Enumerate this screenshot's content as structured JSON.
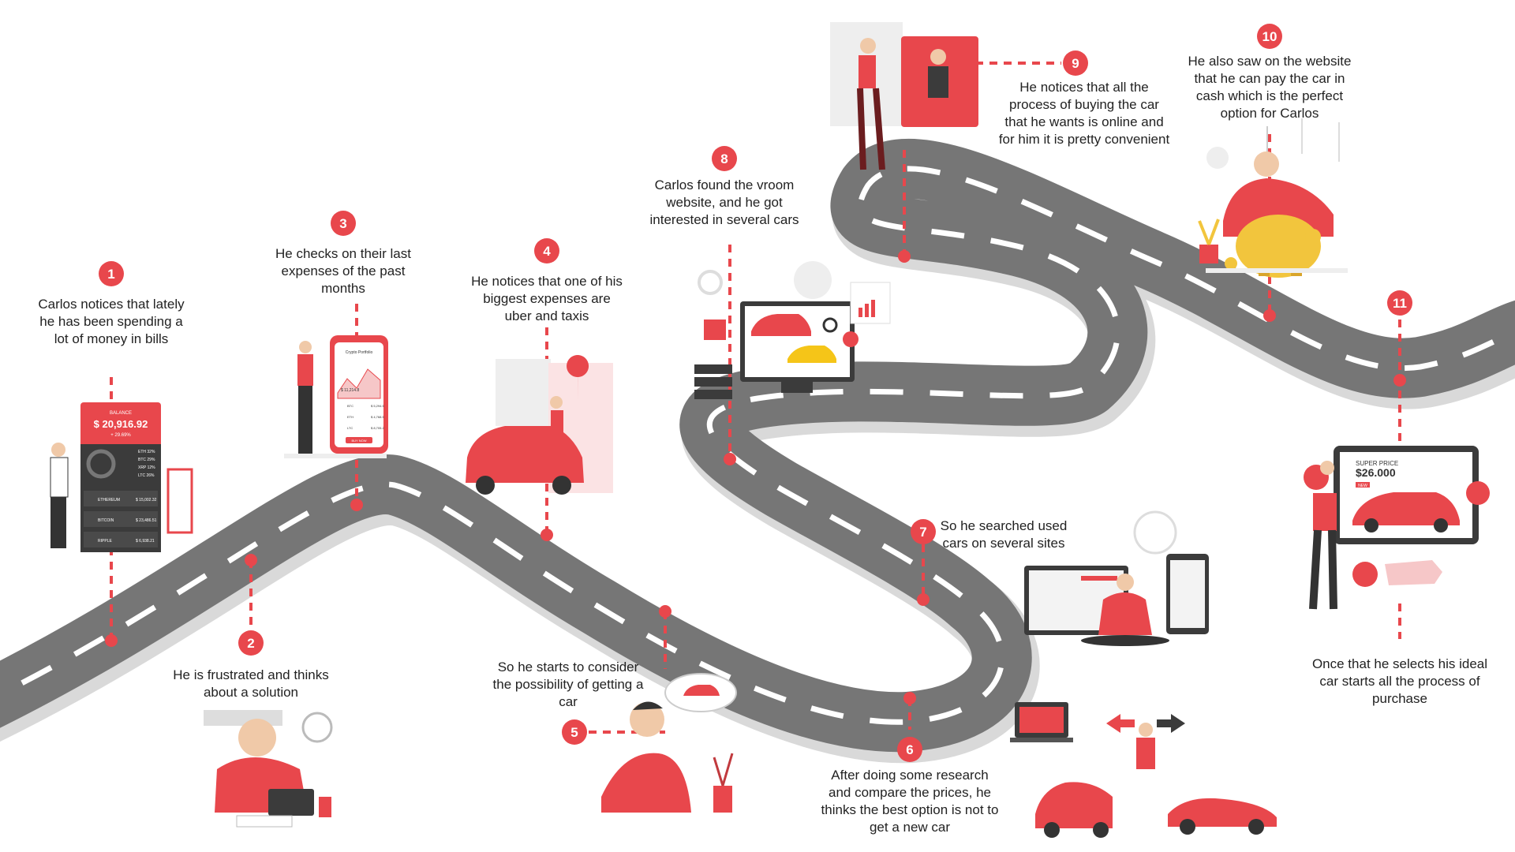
{
  "accent_color": "#e8474c",
  "road_color": "#767676",
  "steps": [
    {
      "number": "1",
      "text": "Carlos notices that lately he has been spending a lot of money in bills"
    },
    {
      "number": "2",
      "text": "He is frustrated and thinks about a solution"
    },
    {
      "number": "3",
      "text": "He checks on their last expenses of the past months"
    },
    {
      "number": "4",
      "text": "He notices that one of his biggest expenses are uber and taxis"
    },
    {
      "number": "5",
      "text": "So he starts to consider the possibility of getting a car"
    },
    {
      "number": "6",
      "text": "After doing some research and compare the prices, he thinks the best option is not to get a new car"
    },
    {
      "number": "7",
      "text": "So he searched used cars on several sites"
    },
    {
      "number": "8",
      "text": "Carlos found the vroom website, and he got interested in several cars"
    },
    {
      "number": "9",
      "text": "He notices that all the process of buying the car that he wants is online and for him it is pretty convenient"
    },
    {
      "number": "10",
      "text": "He also saw on the website that he can pay the car in cash which is the perfect option for Carlos"
    },
    {
      "number": "11",
      "text": "Once that he selects his ideal car starts all the process of purchase"
    }
  ],
  "illustrations": {
    "wallet_app": {
      "balance_label": "BALANCE",
      "balance": "$ 20,916.92",
      "change": "+ 29.69%",
      "legend": [
        "ETH 32%",
        "BTC 29%",
        "XRP 12%",
        "LTC 26%"
      ],
      "rows": [
        {
          "name": "ETHEREUM",
          "value": "$ 15,002.32"
        },
        {
          "name": "BITCOIN",
          "value": "$ 23,486.51"
        },
        {
          "name": "RIPPLE",
          "value": "$ 6,938.21"
        }
      ]
    },
    "crypto_phone": {
      "title": "Crypto Portfolio",
      "balance": "$ 11,214.8",
      "rows": [
        {
          "name": "BTC",
          "value": "$ 5,294.5"
        },
        {
          "name": "ETH",
          "value": "$ 4,768.5"
        },
        {
          "name": "LTC",
          "value": "$ 8,705.2"
        }
      ],
      "button": "BUY NOW"
    },
    "price_tablet": {
      "label": "SUPER PRICE",
      "price": "$26.000",
      "badge": "NEW"
    }
  }
}
